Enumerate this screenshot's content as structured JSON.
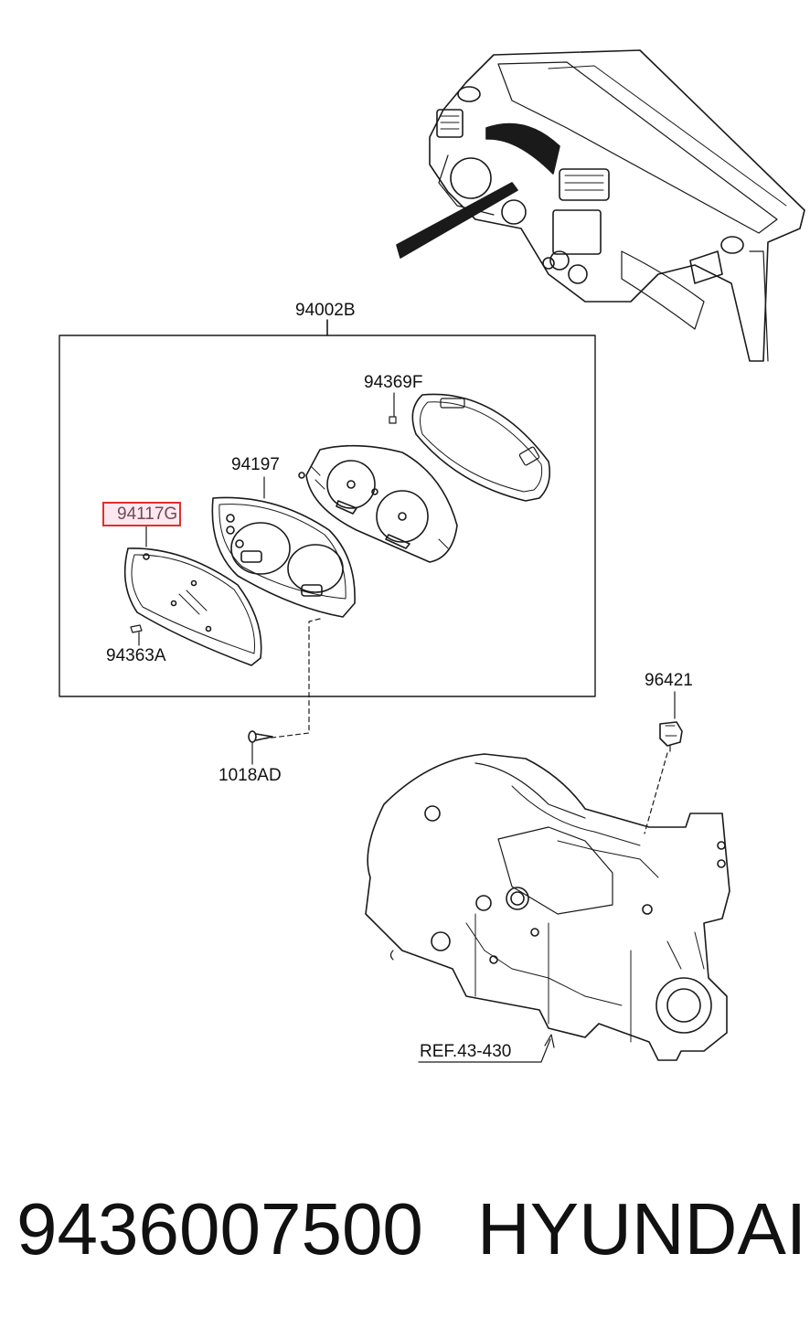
{
  "callouts": {
    "assembly": "94002B",
    "lens_clip": "94369F",
    "gauge_case": "94197",
    "window_glass": "94117G",
    "clip_small": "94363A",
    "screw": "1018AD",
    "speed_sensor": "96421",
    "reference": "REF.43-430"
  },
  "footer": {
    "part_number": "9436007500",
    "brand": "HYUNDAI"
  },
  "colors": {
    "line": "#1a1a1a",
    "highlight_border": "#e0302c",
    "highlight_fill": "#fce8ee",
    "highlight_text": "#6f4b57"
  }
}
